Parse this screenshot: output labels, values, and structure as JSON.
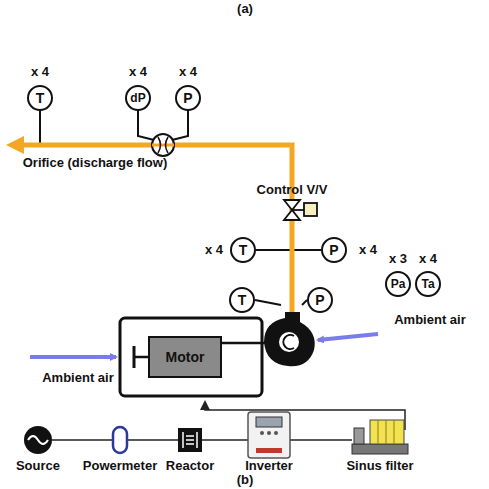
{
  "diagram": {
    "nodes": [
      {
        "text": [
          "T"
        ]
      },
      {
        "text": [
          "dP"
        ]
      },
      {
        "text": [
          "P"
        ]
      },
      {
        "text": [
          "T"
        ]
      },
      {
        "text": [
          "P"
        ]
      },
      {
        "text": [
          "T"
        ]
      },
      {
        "text": [
          "P"
        ]
      },
      {
        "text": [
          "Pa"
        ]
      },
      {
        "text": [
          "Ta"
        ]
      },
      {
        "text": [
          "Motor"
        ]
      }
    ],
    "labels": [
      "(a)",
      "x 4",
      "x 4",
      "x 4",
      "Orifice (discharge flow)",
      "Control V/V",
      "x 4",
      "x 4",
      "x 3",
      "x 4",
      "Ambient air",
      "Ambient air",
      "Source",
      "Powermeter",
      "Reactor",
      "Inverter",
      "Sinus filter",
      "(b)"
    ]
  }
}
